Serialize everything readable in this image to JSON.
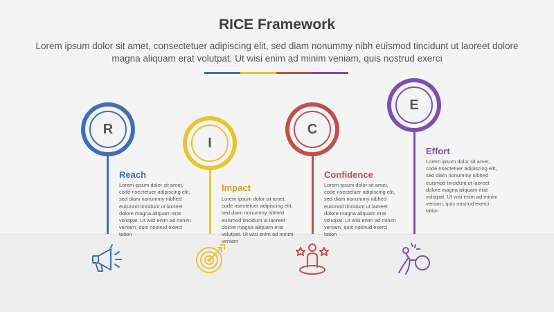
{
  "header": {
    "title": "RICE Framework",
    "subtitle": "Lorem ipsum dolor sit amet, consectetuer adipiscing elit, sed diam nonummy nibh euismod tincidunt ut laoreet dolore magna aliquam erat volutpat. Ut wisi enim ad minim veniam, quis nostrud exerci"
  },
  "colors": {
    "reach": "#3f6fb5",
    "impact": "#e8c52c",
    "confidence": "#c0504d",
    "effort": "#7b4fb3"
  },
  "items": [
    {
      "letter": "R",
      "title": "Reach",
      "text": "Lorem ipsum dolor sit amet, code nsectetuer adipiscing elit, sed diam nonummy nibhed euismod tincidunt ut laoreet dolore magna aliquam erat volutpat. Ut wisi enim ad minim veniam, quis nostrud exerci tation",
      "icon": "megaphone-icon"
    },
    {
      "letter": "I",
      "title": "Impact",
      "text": "Lorem ipsum dolor sit amet, code nsectetuer adipiscing elit, sed diam nonummy nibhed euismod tincidunt ut laoreet dolore magna aliquam erat volutpat. Ut wisi enim ad minim veniam",
      "icon": "target-icon"
    },
    {
      "letter": "C",
      "title": "Confidence",
      "text": "Lorem ipsum dolor sit amet, code nsectetuer adipiscing elit, sed diam nonummy nibhed euismod tincidunt ut laoreet dolore magna aliquam erat volutpat. Ut wisi enim ad minim veniam, quis nostrud exerci tation",
      "icon": "person-stars-icon"
    },
    {
      "letter": "E",
      "title": "Effort",
      "text": "Lorem ipsum dolor sit amet, code nsectetuer adipiscing elit, sed diam nonummy nibhed euismod tincidunt ut laoreet dolore magna aliquam erat volutpat. Ut wisi enim ad minim veniam, quis nostrud exerci tation",
      "icon": "pushing-boulder-icon"
    }
  ]
}
